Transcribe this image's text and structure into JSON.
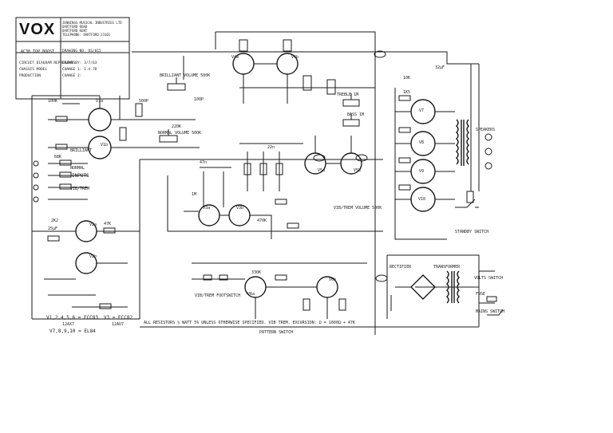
{
  "title_block": {
    "logo": "VOX",
    "address_lines": [
      "JENNINGS MUSICAL INDUSTRIES LTD",
      "DARTFORD ROAD",
      "DARTFORD KENT",
      "TELEPHONE: DARTFORD 23101"
    ],
    "amp_name": "AC30 TOP BOOST",
    "drawing_no_label": "DRAWING NO. OS/015",
    "subtitle_lines": [
      "CIRCUIT DIAGRAM REPRESENTS",
      "CHASSIS MODEL",
      "PRODUCTION"
    ],
    "drawn_by_label": "DRAWN BY:",
    "drawn_by_value": "3/7/63",
    "change1_label": "CHANGE 1:",
    "change1_value": "1.4.78",
    "change2_label": "CHANGE 2:"
  },
  "sections": {
    "inputs": "INPUTS",
    "brilliant": "BRILLIANT",
    "normal": "NORMAL",
    "vib_trem": "VIB/TREM",
    "brilliant_volume": "BRILLIANT VOLUME 500K",
    "normal_volume": "NORMAL VOLUME 500K",
    "treble": "TREBLE 1M",
    "bass": "BASS 1M",
    "vib_trem_volume": "VIB/TREM VOLUME 500K",
    "speakers": "SPEAKERS",
    "standby": "STANDBY SWITCH",
    "rectifier": "RECTIFIER",
    "transformer": "TRANSFORMER",
    "volts_switch": "VOLTS SWITCH",
    "fuse": "FUSE",
    "mains_switch": "MAINS SWITCH",
    "vib_trem_footswitch": "VIB/TREM FOOTSWITCH",
    "pattern_switch": "PATTERN SWITCH"
  },
  "tube_legend": {
    "line1": "V1,2,4,5,6 = ECC83",
    "line1b": "12AX7",
    "line2": "V3 = ECC82",
    "line2b": "12AU7",
    "line3": "V7,8,9,10 = EL84"
  },
  "footer_note": "ALL RESISTORS ½ WATT 5% UNLESS OTHERWISE SPECIFIED. VIB TREM. EXCURSION: Ω = 1000Ω + 47K",
  "component_labels": {
    "v1a": "V1a",
    "v1b": "V1b",
    "v2a": "V2a",
    "v2b": "V2b",
    "v3a": "V3a",
    "v3b": "V3b",
    "v4a": "V4a",
    "v4b": "V4b",
    "v5a": "V5a",
    "v5b": "V5b",
    "v6a": "V6a",
    "v6b": "V6b",
    "v7": "V7",
    "v8": "V8",
    "v9": "V9",
    "v10": "V10",
    "r100k": "100K",
    "r220k": "220K",
    "r1m": "1M",
    "r47k": "47K",
    "r68k": "68K",
    "r1k5": "1K5",
    "r10k": "10K",
    "r330k": "330K",
    "r2k2": "2K2",
    "r470k": "470K",
    "c100p": "100P",
    "c47n": "47n",
    "c22n": "22n",
    "c500p": "500P",
    "c25uf": "25µF",
    "c32uf": "32µF"
  }
}
